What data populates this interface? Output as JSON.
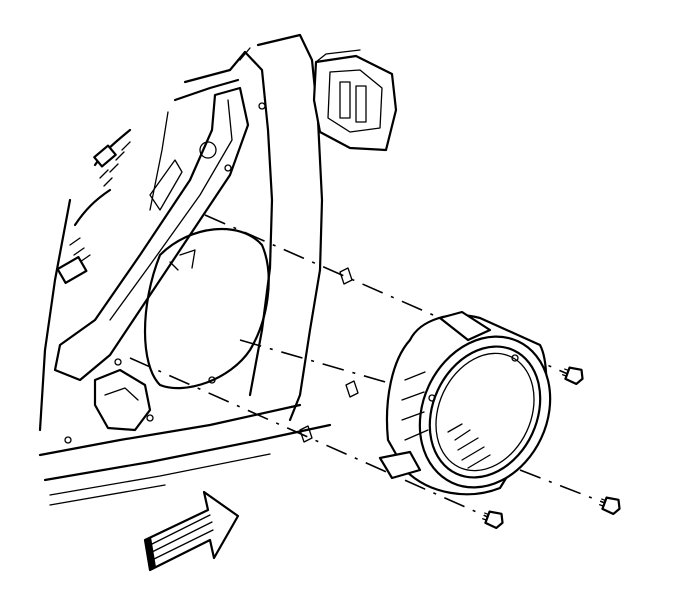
{
  "figure": {
    "parts": [
      "door-inner-panel",
      "wiring-harness",
      "door-connector",
      "speaker-opening",
      "speaker",
      "speaker-screws",
      "direction-arrow"
    ],
    "screw_count": 3,
    "colors": {
      "line": "#000000",
      "background": "#ffffff"
    }
  }
}
